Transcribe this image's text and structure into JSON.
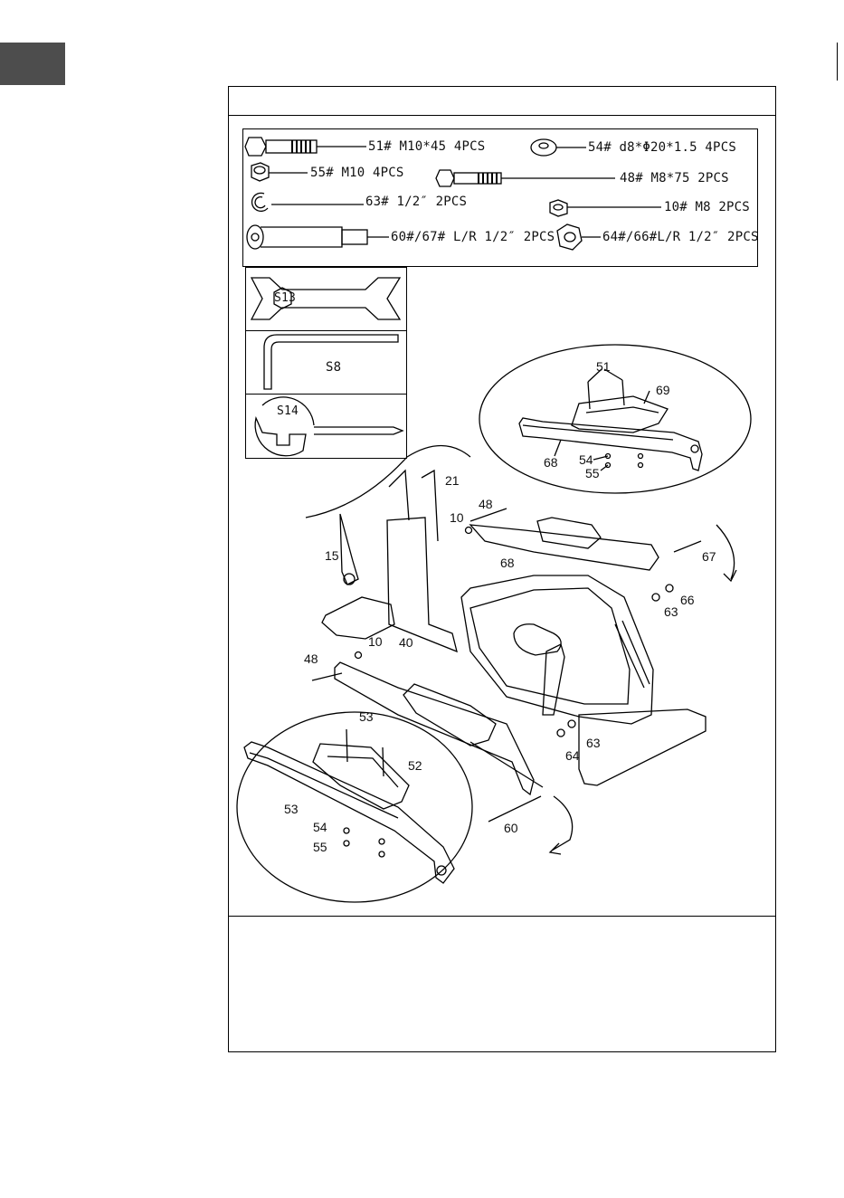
{
  "hardware": {
    "item_51": "51#  M10*45  4PCS",
    "item_54": "54# d8*Φ20*1.5 4PCS",
    "item_55": "55# M10 4PCS",
    "item_48": "48#  M8*75  2PCS",
    "item_63": "63# 1/2″ 2PCS",
    "item_10": "10# M8 2PCS",
    "item_60_67": "60#/67# L/R 1/2″ 2PCS",
    "item_64_66": "64#/66#L/R 1/2″ 2PCS"
  },
  "tools": {
    "wrench_s13": "S13",
    "allen_key_s8": "S8",
    "wrench_s14": "S14"
  },
  "callouts": {
    "c51": "51",
    "c69": "69",
    "c68_detail": "68",
    "c54_detail": "54",
    "c55_detail": "55",
    "c21": "21",
    "c48_top": "48",
    "c10_top": "10",
    "c15": "15",
    "c68": "68",
    "c67": "67",
    "c66": "66",
    "c63_right": "63",
    "c10_left": "10",
    "c40": "40",
    "c48_left": "48",
    "c53": "53",
    "c63": "63",
    "c64": "64",
    "c52": "52",
    "c53_detail": "53",
    "c54": "54",
    "c55": "55",
    "c60": "60"
  }
}
